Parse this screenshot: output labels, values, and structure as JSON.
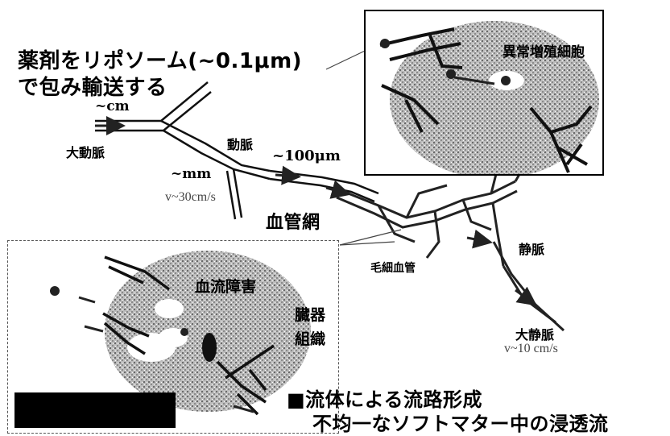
{
  "title_line1": "薬剤をリポソーム(~0.1μm)",
  "title_line2": "で包み輸送する",
  "labels": {
    "cm": "~cm",
    "aorta": "大動脈",
    "mm": "~mm",
    "velocity_artery": "v~30cm/s",
    "artery": "動脈",
    "um100": "~100μm",
    "vascular_network": "血管網",
    "capillary": "毛細血管",
    "vein": "静脈",
    "vena_cava": "大静脈",
    "velocity_vein": "v~10 cm/s"
  },
  "inset_top": {
    "label": "異常増殖細胞"
  },
  "inset_bottom": {
    "label_flow": "血流障害",
    "label_organ1": "臓器",
    "label_organ2": "組織"
  },
  "bullet": {
    "line1": "■流体による流路形成",
    "line2": "不均一なソフトマター中の浸透流"
  }
}
